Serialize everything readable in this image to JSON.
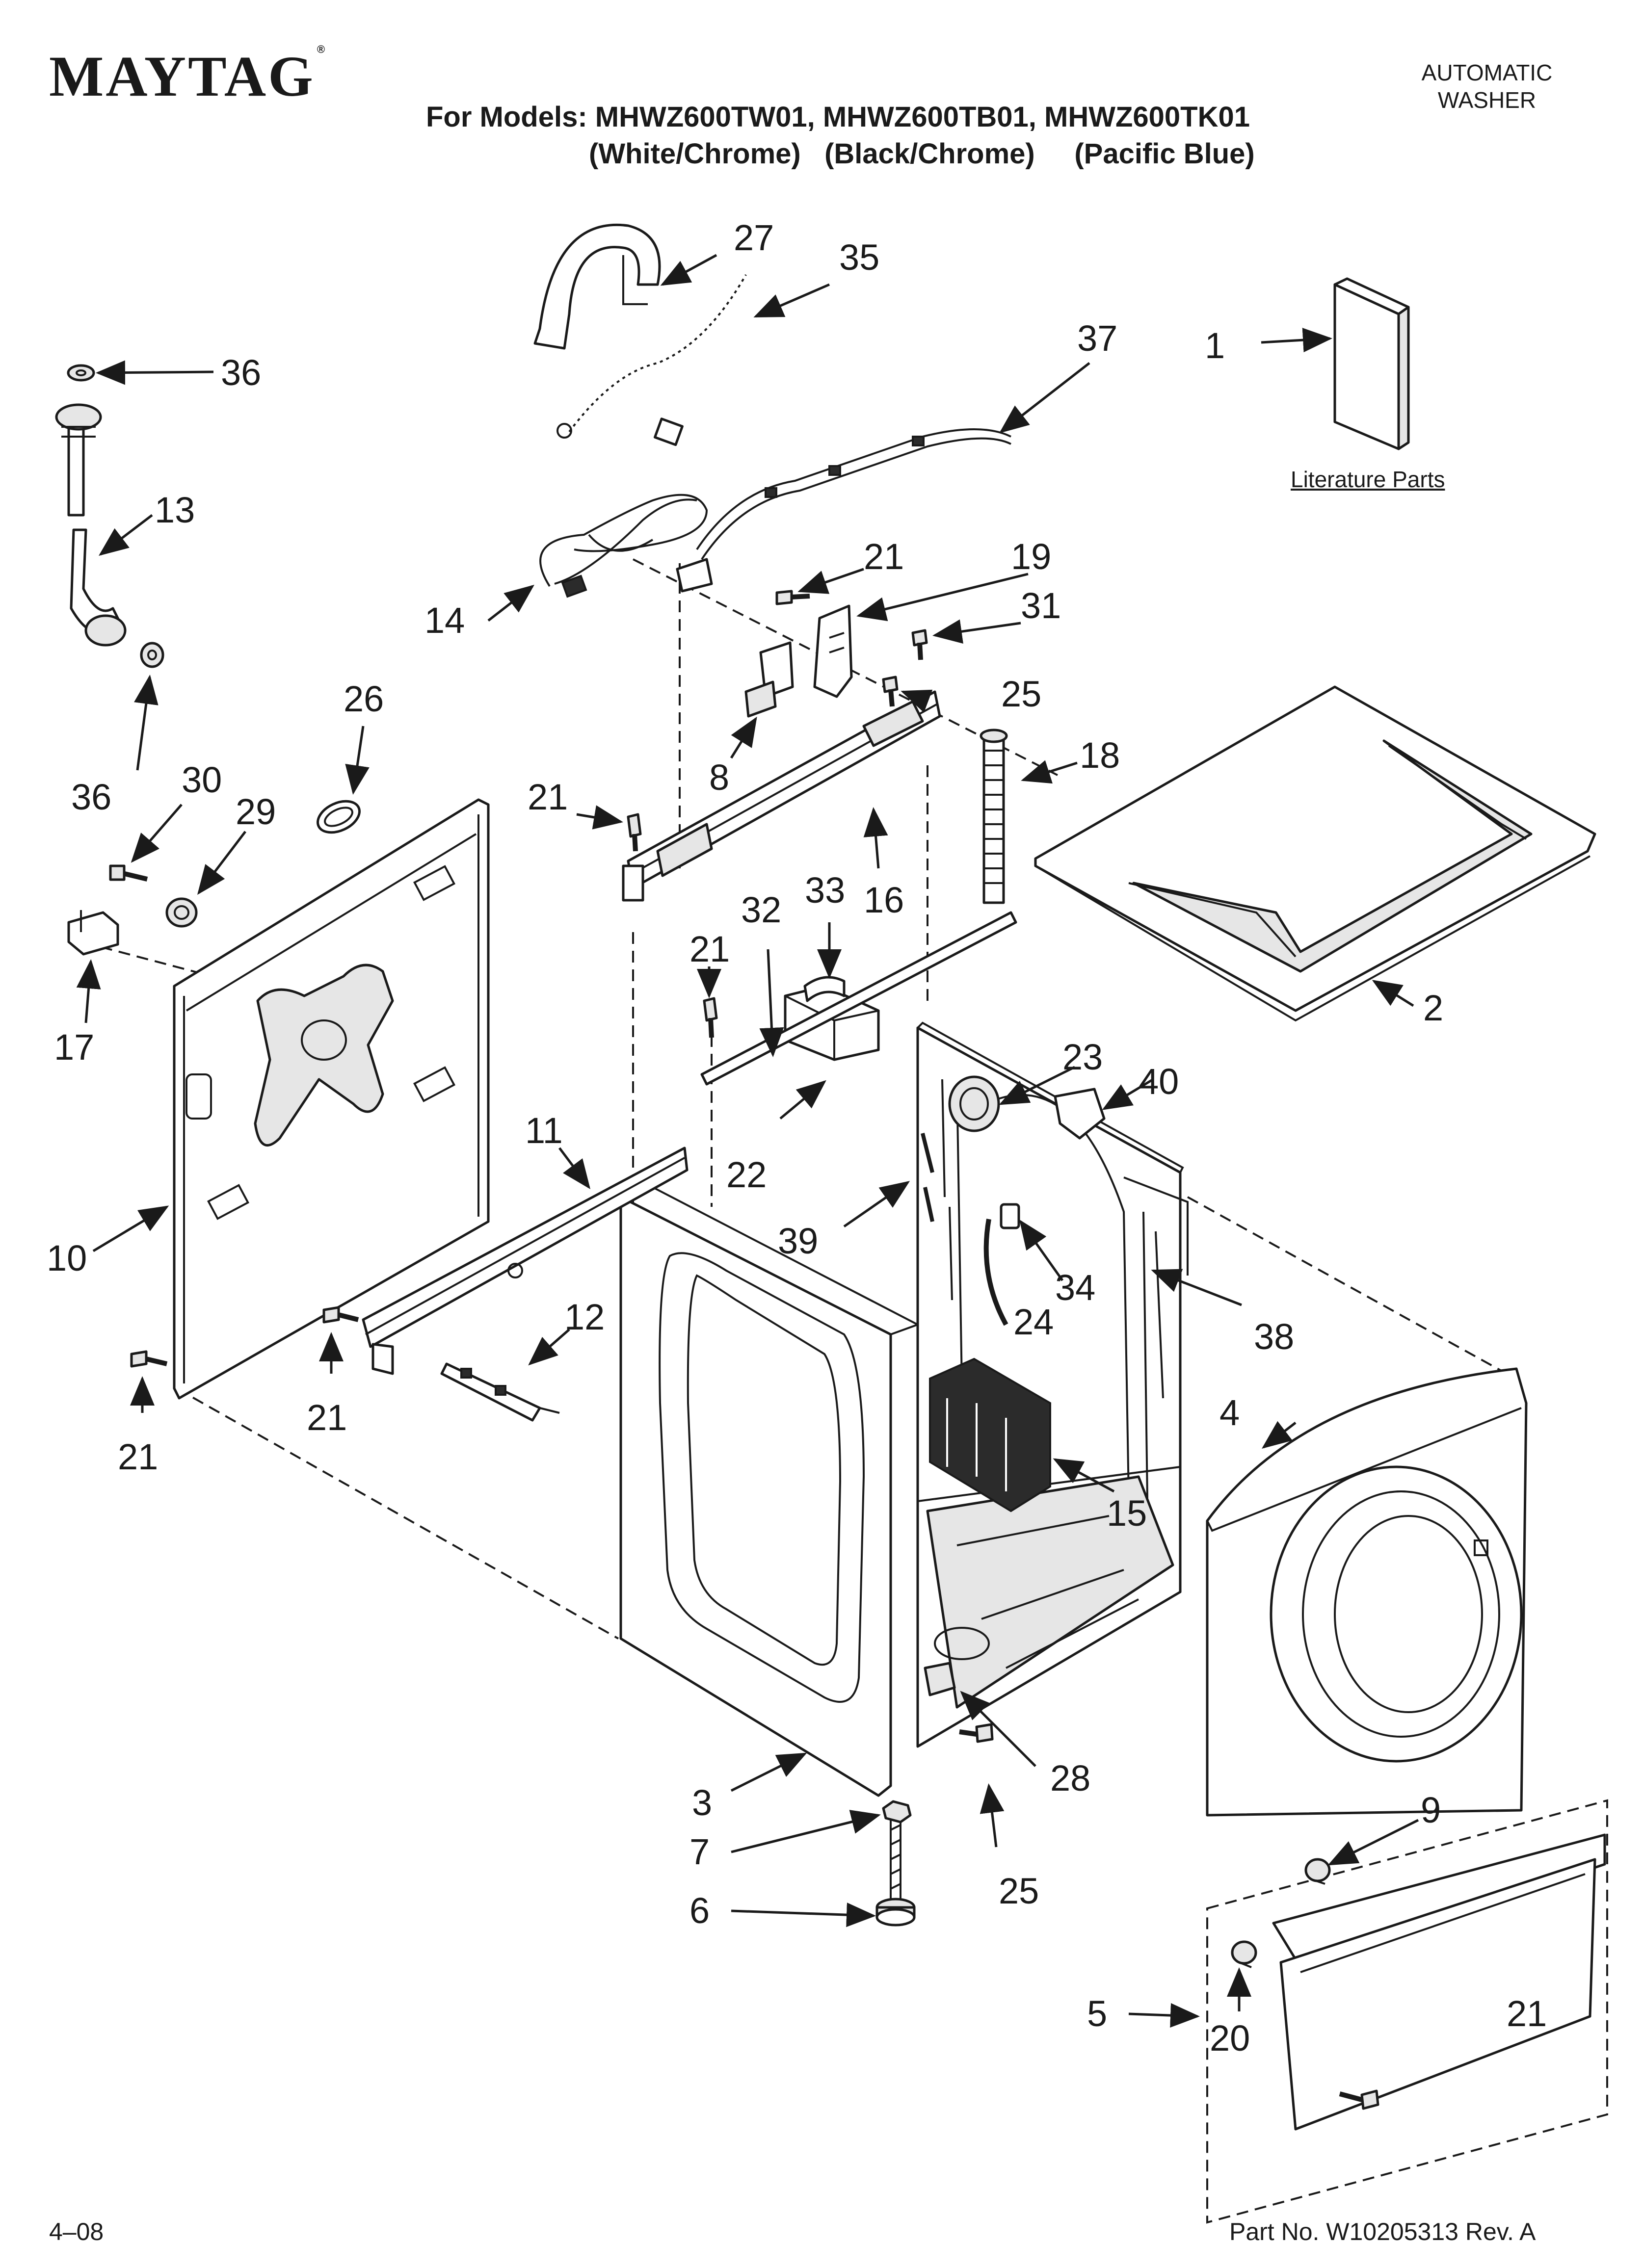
{
  "header": {
    "brand": "MAYTAG",
    "registered_mark": "®",
    "models_line": "For Models: MHWZ600TW01, MHWZ600TB01, MHWZ600TK01",
    "variants_line": "(White/Chrome)   (Black/Chrome)     (Pacific Blue)",
    "product_type_line1": "AUTOMATIC",
    "product_type_line2": "WASHER"
  },
  "literature_label": "Literature Parts",
  "callouts": {
    "c1": "1",
    "c2": "2",
    "c3": "3",
    "c4": "4",
    "c5": "5",
    "c6": "6",
    "c7": "7",
    "c8": "8",
    "c9": "9",
    "c10": "10",
    "c11": "11",
    "c12": "12",
    "c13": "13",
    "c14": "14",
    "c15": "15",
    "c16": "16",
    "c17": "17",
    "c18": "18",
    "c19": "19",
    "c20": "20",
    "c21": "21",
    "c22": "22",
    "c23": "23",
    "c24": "24",
    "c25": "25",
    "c26": "26",
    "c27": "27",
    "c28": "28",
    "c29": "29",
    "c30": "30",
    "c31": "31",
    "c32": "32",
    "c33": "33",
    "c34": "34",
    "c35": "35",
    "c36": "36",
    "c37": "37",
    "c38": "38",
    "c39": "39",
    "c40": "40"
  },
  "footer": {
    "date_code": "4–08",
    "part_number": "Part No. W10205313 Rev. A"
  }
}
